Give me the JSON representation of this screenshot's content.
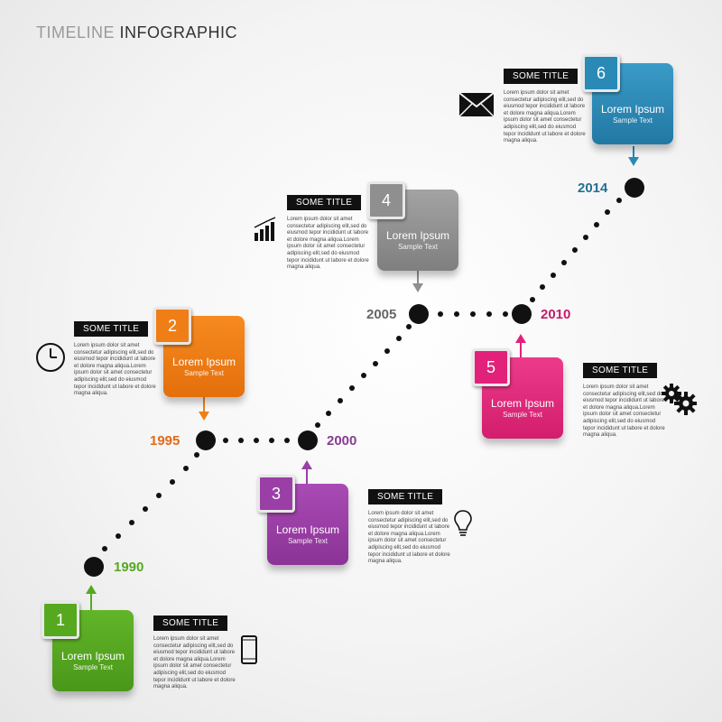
{
  "header": {
    "part1": "TIMELINE",
    "part2": "INFOGRAPHIC"
  },
  "colors": {
    "c1": "#56a91f",
    "c2": "#f07e16",
    "c3": "#9a3fa6",
    "c4": "#8f8f8f",
    "c5": "#e2217a",
    "c6": "#2a8ab6"
  },
  "years": {
    "y1990": "1990",
    "y1995": "1995",
    "y2000": "2000",
    "y2005": "2005",
    "y2010": "2010",
    "y2014": "2014"
  },
  "cards": [
    {
      "number": "1",
      "title": "Lorem Ipsum",
      "sub": "Sample Text"
    },
    {
      "number": "2",
      "title": "Lorem Ipsum",
      "sub": "Sample Text"
    },
    {
      "number": "3",
      "title": "Lorem Ipsum",
      "sub": "Sample Text"
    },
    {
      "number": "4",
      "title": "Lorem Ipsum",
      "sub": "Sample Text"
    },
    {
      "number": "5",
      "title": "Lorem Ipsum",
      "sub": "Sample Text"
    },
    {
      "number": "6",
      "title": "Lorem Ipsum",
      "sub": "Sample Text"
    }
  ],
  "tags": {
    "label": "SOME TITLE"
  },
  "desc": {
    "l1": "Lorem ipsum dolor sit amet",
    "l2": "consectetur adipiscing elit,sed do",
    "l3": "eiusmod tepor incididunt ut labore",
    "l4": "et dolore magna aliqua.Lorem",
    "l5": "ipsum dolor sit amet consectetur",
    "l6": "adipiscing elit,sed do eiusmod",
    "l7": "tepor incididunt ut labore et dolore",
    "l8": "magna aliqua."
  },
  "icons": [
    "phone-icon",
    "clock-icon",
    "bulb-icon",
    "chart-icon",
    "gears-icon",
    "envelope-icon"
  ]
}
